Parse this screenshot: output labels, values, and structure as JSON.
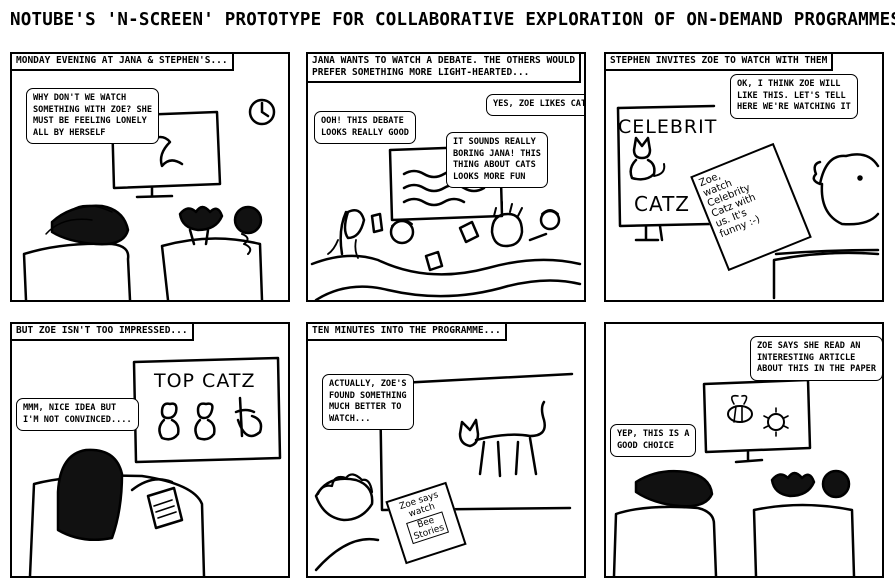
{
  "title": "NOTUBE'S 'N-SCREEN' PROTOTYPE FOR COLLABORATIVE EXPLORATION OF ON-DEMAND PROGRAMMES",
  "panels": [
    {
      "caption": [
        "MONDAY EVENING AT JANA & STEPHEN'S..."
      ],
      "bubbles": [
        {
          "lines": [
            "WHY DON'T WE WATCH",
            "SOMETHING WITH ZOE? SHE",
            "MUST BE FEELING LONELY",
            "ALL BY HERSELF"
          ]
        }
      ]
    },
    {
      "caption": [
        "JANA WANTS TO WATCH A DEBATE. THE OTHERS WOULD",
        "PREFER SOMETHING MORE LIGHT-HEARTED..."
      ],
      "bubbles": [
        {
          "lines": [
            "YES, ZOE LIKES CATS"
          ]
        },
        {
          "lines": [
            "OOH! THIS DEBATE",
            "LOOKS REALLY GOOD"
          ]
        },
        {
          "lines": [
            "IT SOUNDS REALLY",
            "BORING JANA! THIS",
            "THING ABOUT CATS",
            "LOOKS MORE FUN"
          ]
        }
      ]
    },
    {
      "caption": [
        "STEPHEN INVITES ZOE TO WATCH WITH THEM"
      ],
      "bubbles": [
        {
          "lines": [
            "OK, I THINK ZOE WILL",
            "LIKE THIS. LET'S TELL",
            "HERE WE'RE WATCHING IT"
          ]
        }
      ],
      "screen_text": [
        "CELEBRIT",
        "CATZ"
      ],
      "paper_text": [
        "Zoe,",
        "watch",
        "Celebrity",
        "Catz with",
        "us. It's",
        "funny :-)"
      ]
    },
    {
      "caption": [
        "BUT ZOE ISN'T TOO IMPRESSED..."
      ],
      "bubbles": [
        {
          "lines": [
            "MMM, NICE IDEA BUT",
            "I'M NOT CONVINCED...."
          ]
        }
      ],
      "screen_text": [
        "TOP CATZ"
      ]
    },
    {
      "caption": [
        "TEN MINUTES INTO THE PROGRAMME..."
      ],
      "bubbles": [
        {
          "lines": [
            "ACTUALLY, ZOE'S",
            "FOUND SOMETHING",
            "MUCH BETTER TO",
            "WATCH..."
          ]
        }
      ],
      "paper_text": [
        "Zoe says",
        "watch",
        "Bee",
        "Stories"
      ]
    },
    {
      "caption": [],
      "bubbles": [
        {
          "lines": [
            "ZOE SAYS SHE READ AN",
            "INTERESTING ARTICLE",
            "ABOUT THIS IN THE PAPER"
          ]
        },
        {
          "lines": [
            "YEP, THIS IS A",
            "GOOD CHOICE"
          ]
        }
      ]
    }
  ]
}
